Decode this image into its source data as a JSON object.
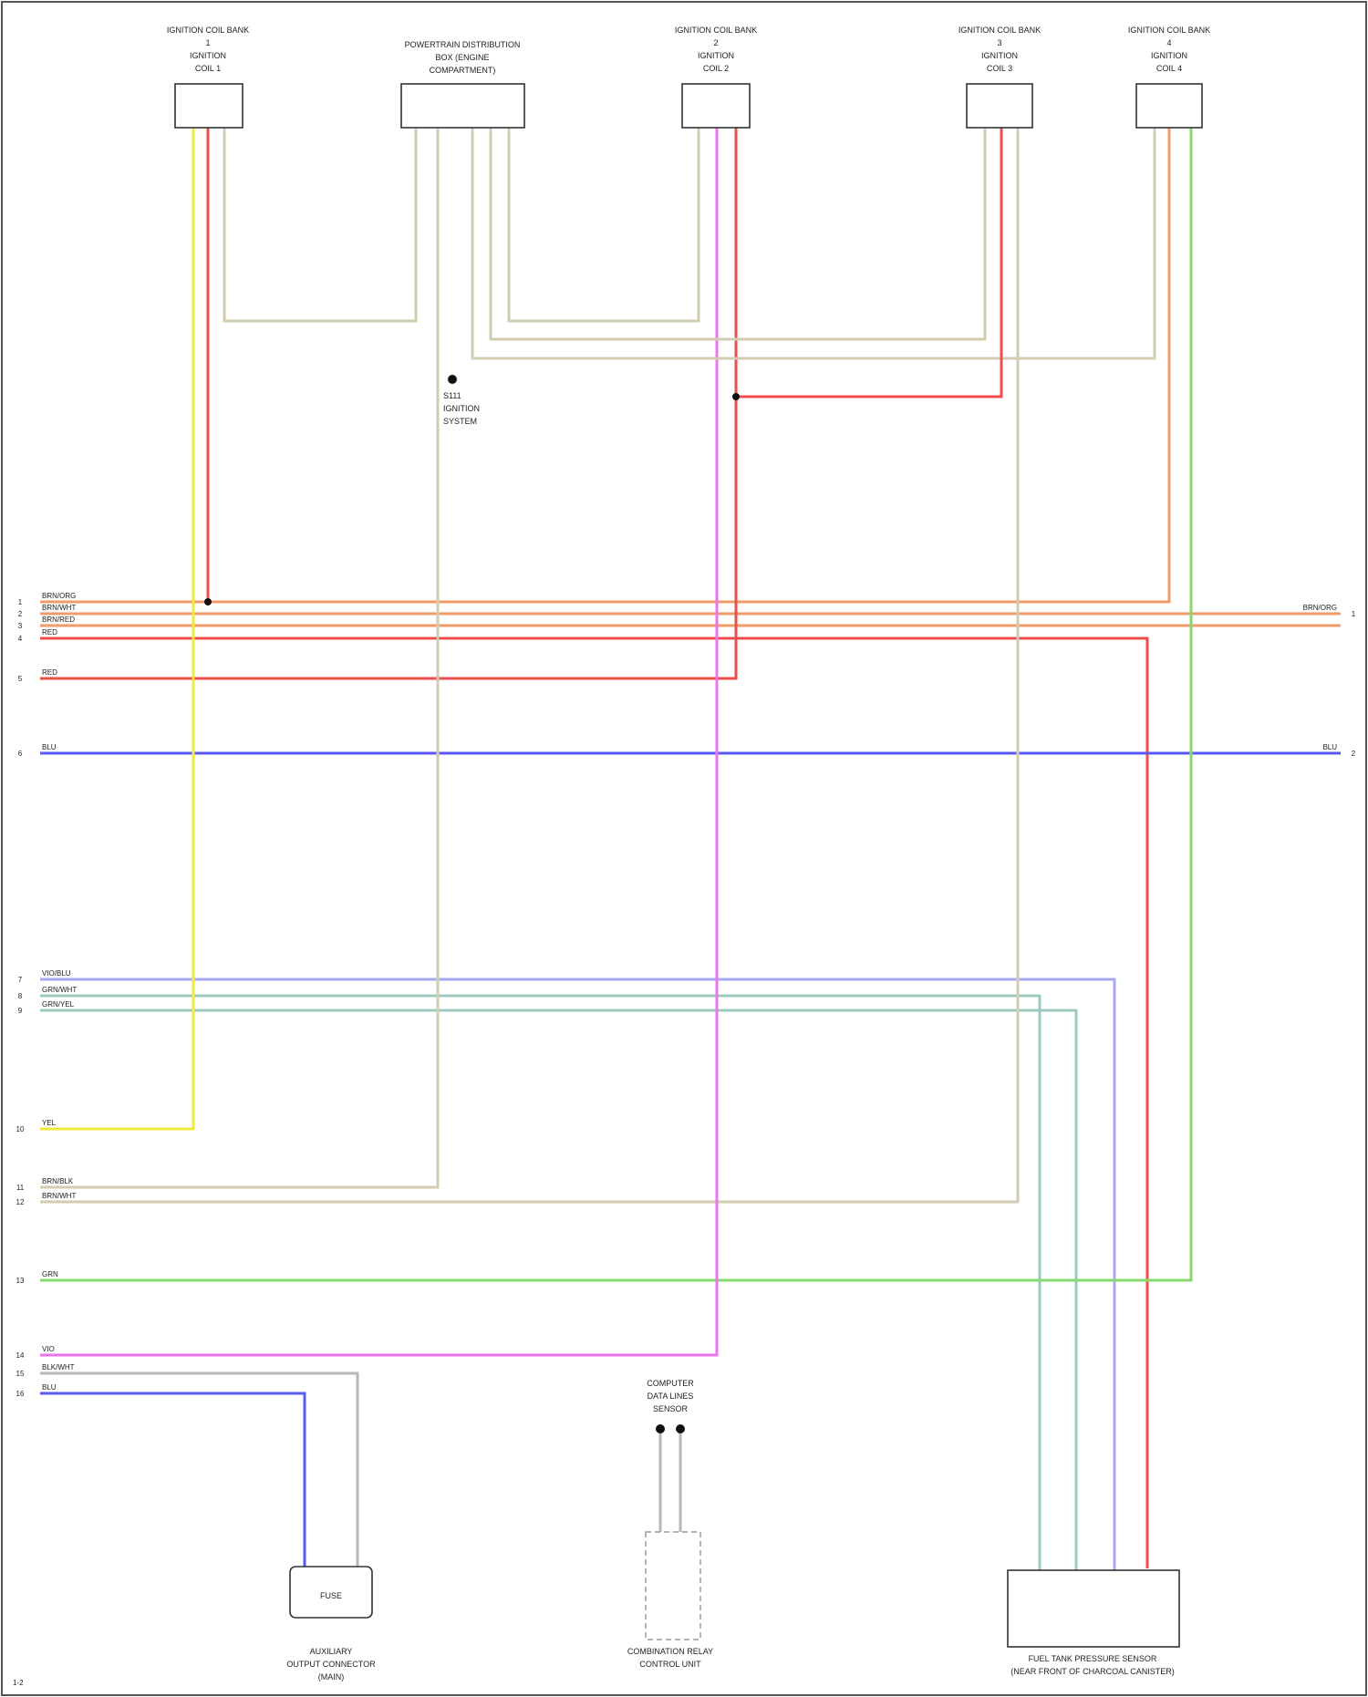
{
  "components": {
    "top": [
      {
        "name": "IGNITION COIL BANK 1",
        "lines": [
          "IGNITION COIL BANK",
          "1",
          "IGNITION",
          "COIL 1"
        ]
      },
      {
        "name": "POWERTRAIN DISTRIBUTION BOX",
        "lines": [
          "POWERTRAIN DISTRIBUTION",
          "BOX (ENGINE",
          "COMPARTMENT)"
        ]
      },
      {
        "name": "IGNITION COIL BANK 2",
        "lines": [
          "IGNITION COIL BANK",
          "2",
          "IGNITION",
          "COIL 2"
        ]
      },
      {
        "name": "IGNITION COIL BANK 3",
        "lines": [
          "IGNITION COIL BANK",
          "3",
          "IGNITION",
          "COIL 3"
        ]
      },
      {
        "name": "IGNITION COIL BANK 4",
        "lines": [
          "IGNITION COIL BANK",
          "4",
          "IGNITION",
          "COIL 4"
        ]
      }
    ],
    "bottom": [
      {
        "name": "auxiliary",
        "lines": [
          "AUXILIARY",
          "OUTPUT CONNECTOR",
          "(MAIN)"
        ]
      },
      {
        "name": "combination",
        "lines": [
          "COMBINATION RELAY",
          "CONTROL UNIT"
        ]
      },
      {
        "name": "fuel",
        "lines": [
          "FUEL TANK PRESSURE SENSOR",
          "(NEAR FRONT OF CHARCOAL CANISTER)"
        ]
      }
    ],
    "bottom_box_label": "FUSE",
    "middle_label": [
      "COMPUTER",
      "DATA LINES",
      "SENSOR"
    ],
    "splice_label": [
      "S111",
      "IGNITION",
      "SYSTEM"
    ]
  },
  "left_pins": [
    {
      "num": "1",
      "color": "BRN/ORG"
    },
    {
      "num": "2",
      "color": "BRN/WHT"
    },
    {
      "num": "3",
      "color": "BRN/RED"
    },
    {
      "num": "4",
      "color": "RED"
    },
    {
      "num": "5",
      "color": "RED"
    },
    {
      "num": "6",
      "color": "BLU"
    },
    {
      "num": "7",
      "color": "VIO/BLU"
    },
    {
      "num": "8",
      "color": "GRN/WHT"
    },
    {
      "num": "9",
      "color": "GRN/YEL"
    },
    {
      "num": "10",
      "color": "YEL"
    },
    {
      "num": "11",
      "color": "BRN/BLK"
    },
    {
      "num": "12",
      "color": "BRN/WHT"
    },
    {
      "num": "13",
      "color": "GRN"
    },
    {
      "num": "14",
      "color": "VIO"
    },
    {
      "num": "15",
      "color": "BLK/WHT"
    },
    {
      "num": "16",
      "color": "BLU"
    }
  ],
  "right_pins": [
    {
      "num": "1",
      "color": "BRN/ORG"
    },
    {
      "num": "2",
      "color": "BLU"
    }
  ],
  "page_ref": "1-2",
  "wire_colors": {
    "yellow": "#f2ea3a",
    "red": "#ef4c4c",
    "orange": "#f39a6a",
    "tan": "#d2ccb0",
    "magenta": "#ee72ee",
    "blue": "#5a5af0",
    "green": "#86d86e",
    "violet": "#a9a9f2",
    "teal": "#9cc8c0",
    "gray": "#b8b8b8"
  }
}
